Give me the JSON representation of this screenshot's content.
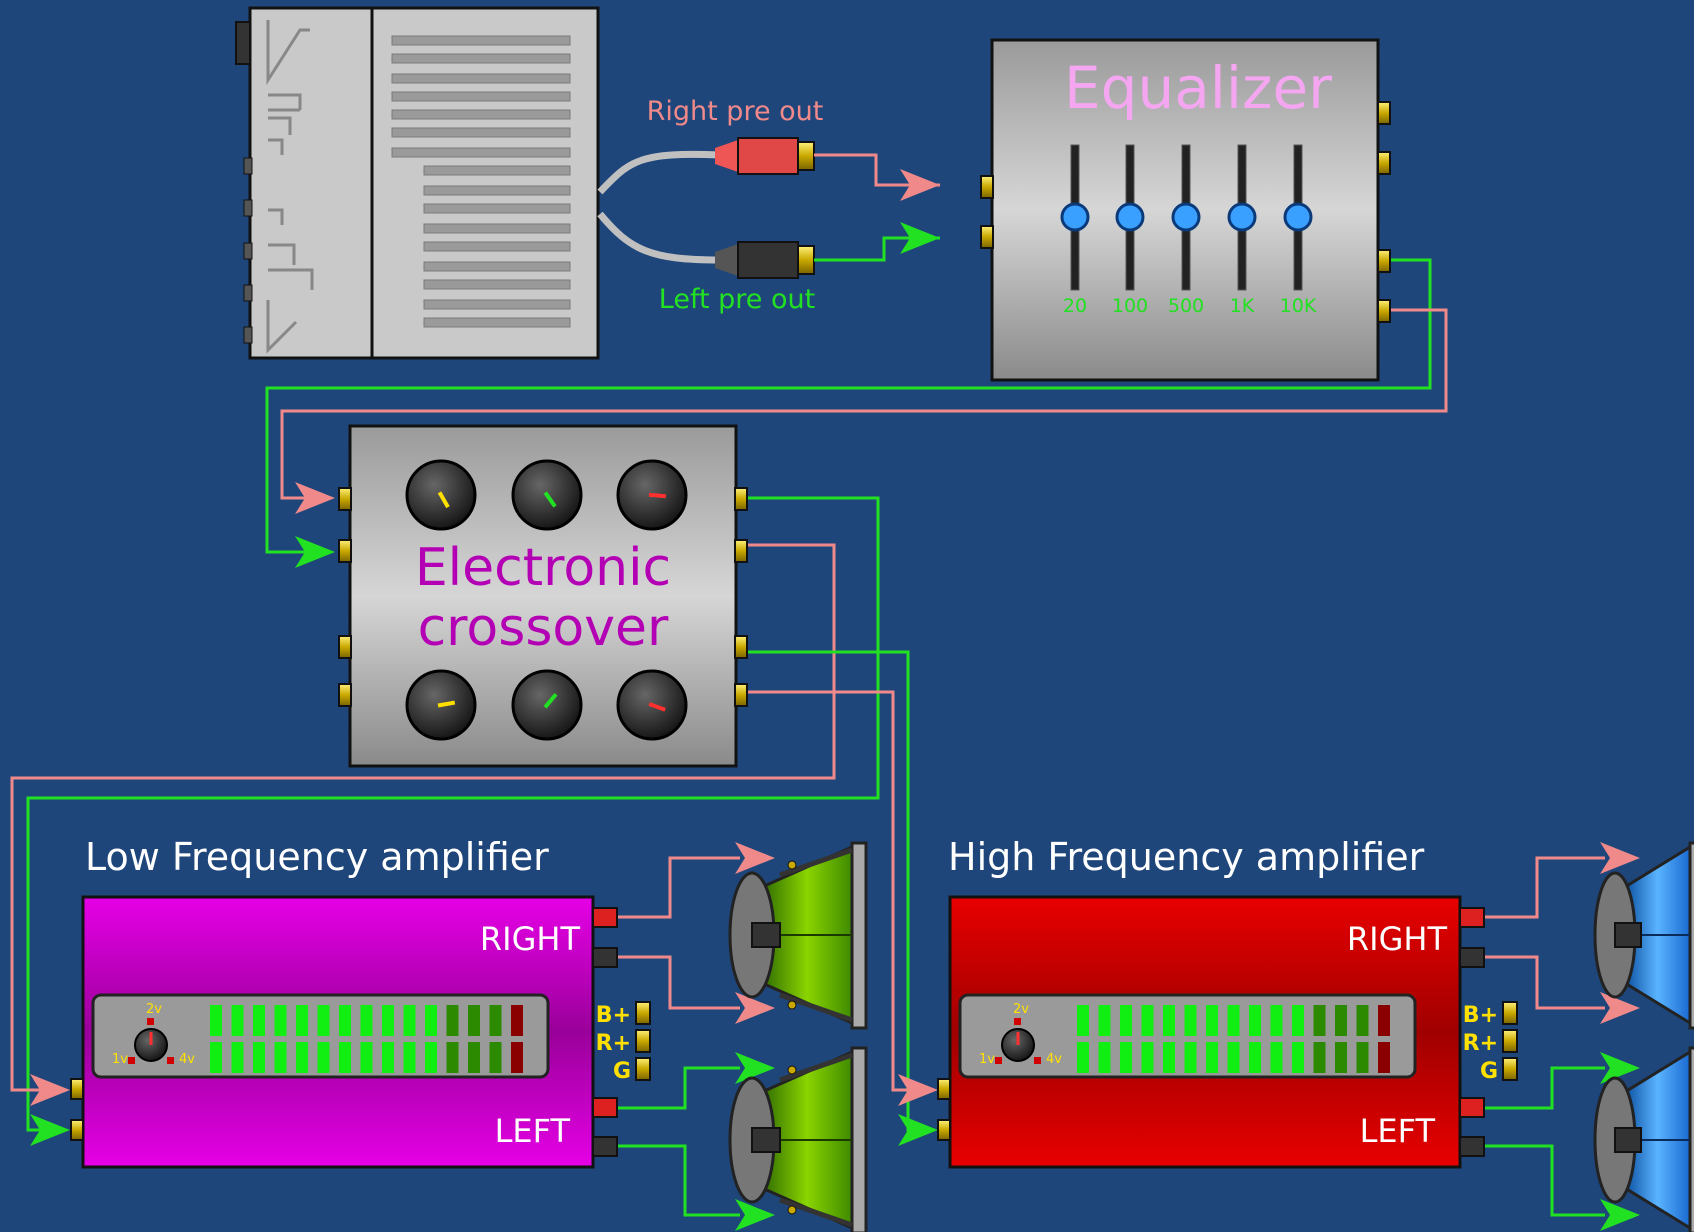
{
  "colors": {
    "background": "#1f467a",
    "right_wire": "#f08a8a",
    "left_wire": "#22e022",
    "equalizer_title": "#f4a6f0",
    "crossover_title": "#b400b4",
    "lf_amp": "#d400d4",
    "hf_amp": "#d40000",
    "terminal_label": "#ffe000"
  },
  "head_unit": {
    "right_output_label": "Right pre out",
    "left_output_label": "Left pre out"
  },
  "equalizer": {
    "title": "Equalizer",
    "bands": [
      "20",
      "100",
      "500",
      "1K",
      "10K"
    ]
  },
  "crossover": {
    "title_line1": "Electronic",
    "title_line2": "crossover"
  },
  "amplifiers": {
    "low": {
      "title": "Low Frequency amplifier",
      "right_label": "RIGHT",
      "left_label": "LEFT",
      "terminals": [
        "B+",
        "R+",
        "G"
      ],
      "gain_labels": [
        "2v",
        "1v",
        "4v"
      ]
    },
    "high": {
      "title": "High Frequency amplifier",
      "right_label": "RIGHT",
      "left_label": "LEFT",
      "terminals": [
        "B+",
        "R+",
        "G"
      ],
      "gain_labels": [
        "2v",
        "1v",
        "4v"
      ]
    }
  },
  "icons": {
    "rca_right": "rca-plug-red-icon",
    "rca_left": "rca-plug-black-icon",
    "woofer": "woofer-speaker-icon",
    "tweeter": "tweeter-speaker-icon",
    "knob": "rotary-knob-icon"
  }
}
